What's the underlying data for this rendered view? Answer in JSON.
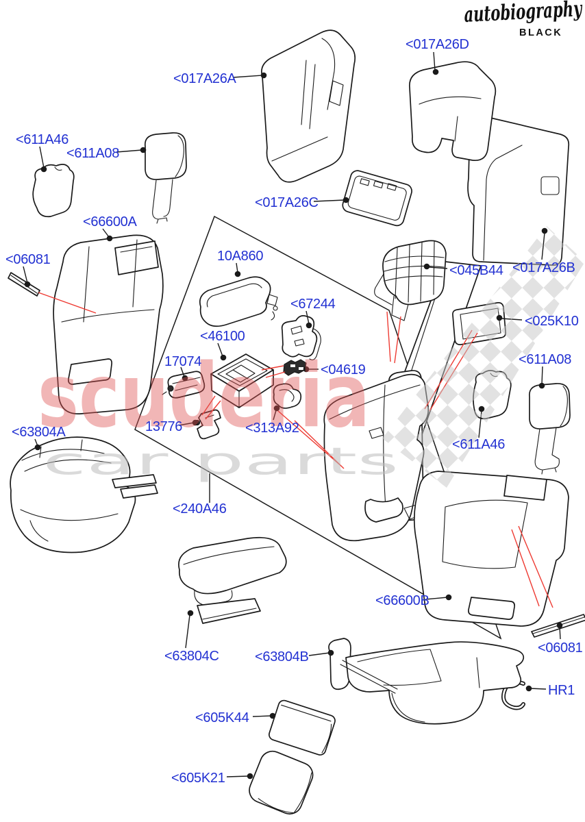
{
  "header": {
    "brand_script": "autobiography",
    "brand_sub": "BLACK"
  },
  "watermark": {
    "line1": "scuderia",
    "line2": "car parts"
  },
  "colors": {
    "label_blue": "#2231d2",
    "leader_red": "#ee3b33",
    "line_black": "#1a1a1a",
    "watermark_red": "#e05252",
    "watermark_gray": "#bdbdbd",
    "background": "#ffffff"
  },
  "labels": [
    {
      "code": "<017A26A"
    },
    {
      "code": "<017A26D"
    },
    {
      "code": "<611A46"
    },
    {
      "code": "<611A08"
    },
    {
      "code": "<66600A"
    },
    {
      "code": "<06081"
    },
    {
      "code": "<017A26C"
    },
    {
      "code": "<017A26B"
    },
    {
      "code": "<045B44"
    },
    {
      "code": "<025K10"
    },
    {
      "code": "<611A08"
    },
    {
      "code": "<611A46"
    },
    {
      "code": "10A860"
    },
    {
      "code": "<67244"
    },
    {
      "code": "<46100"
    },
    {
      "code": "17074"
    },
    {
      "code": "<04619"
    },
    {
      "code": "13776"
    },
    {
      "code": "<313A92"
    },
    {
      "code": "<63804A"
    },
    {
      "code": "<240A46"
    },
    {
      "code": "<66600B"
    },
    {
      "code": "<06081"
    },
    {
      "code": "<63804C"
    },
    {
      "code": "<63804B"
    },
    {
      "code": "<605K44"
    },
    {
      "code": "<605K21"
    },
    {
      "code": "HR1"
    }
  ]
}
